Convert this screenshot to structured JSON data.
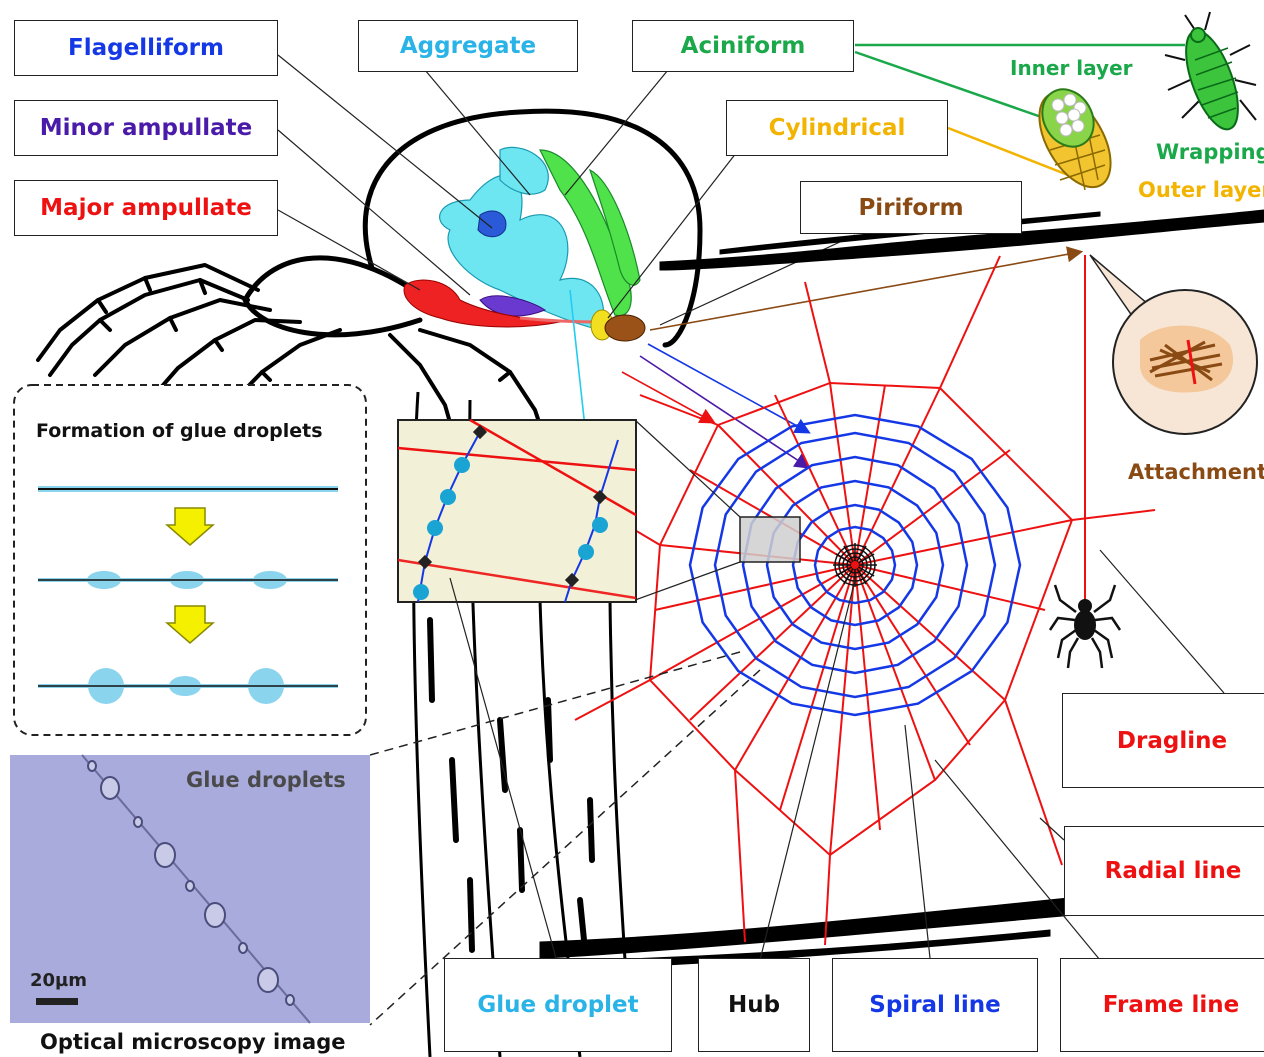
{
  "labels": {
    "flagelliform": "Flagelliform",
    "aggregate": "Aggregate",
    "aciniform": "Aciniform",
    "minor_ampullate": "Minor ampullate",
    "major_ampullate": "Major ampullate",
    "cylindrical": "Cylindrical",
    "piriform": "Piriform",
    "inner_layer": "Inner layer",
    "wrapping": "Wrapping",
    "outer_layer": "Outer layer",
    "attachment": "Attachment",
    "dragline": "Dragline",
    "radial_line": "Radial line",
    "frame_line": "Frame line",
    "spiral_line": "Spiral line",
    "hub": "Hub",
    "glue_droplet": "Glue droplet"
  },
  "inset": {
    "formation_title": "Formation of glue droplets",
    "micro_title": "Glue droplets",
    "scale_bar": "20µm",
    "micro_caption": "Optical microscopy image"
  },
  "colors": {
    "flagelliform": "#1538e6",
    "aggregate": "#2ab3e6",
    "aciniform": "#1aa84a",
    "minor_ampullate": "#4a1aa8",
    "major_ampullate": "#ee1111",
    "cylindrical": "#f2b400",
    "piriform": "#8a4a14",
    "attachment": "#8a4a14",
    "dragline": "#ee1111",
    "radial_line": "#ee1111",
    "frame_line": "#ee1111",
    "spiral_line": "#1538e6",
    "hub": "#111111",
    "glue_droplet": "#2ab3e6",
    "inner_layer": "#1aa84a",
    "wrapping": "#1aa84a",
    "outer_layer": "#f2b400",
    "micro_title": "#4a4a4a"
  }
}
